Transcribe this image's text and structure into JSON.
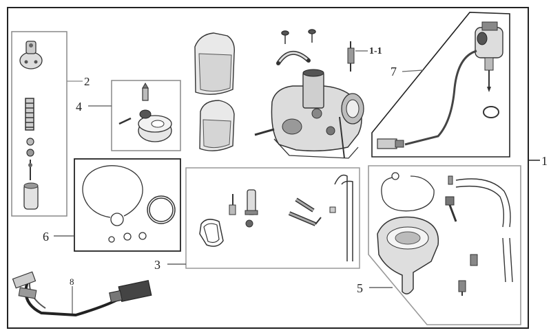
{
  "callouts": {
    "c1": "1",
    "c1_1": "1-1",
    "c2": "2",
    "c3": "3",
    "c4": "4",
    "c5": "5",
    "c6": "6",
    "c7": "7",
    "c8": "8"
  },
  "colors": {
    "line": "#333333",
    "part_fill": "#d9d9d9",
    "part_shade": "#8a8a8a",
    "background": "#ffffff"
  }
}
